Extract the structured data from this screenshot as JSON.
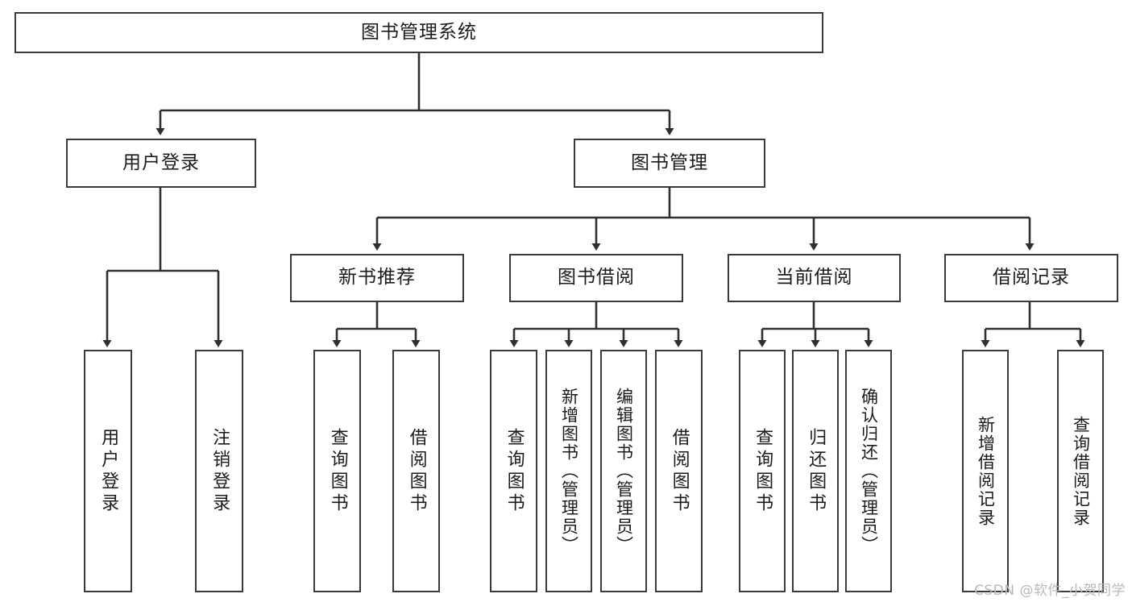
{
  "diagram": {
    "type": "tree-hierarchy",
    "title": "图书管理系统",
    "root": {
      "label": "图书管理系统"
    },
    "level2": [
      {
        "label": "用户登录"
      },
      {
        "label": "图书管理"
      }
    ],
    "level3": [
      {
        "label": "新书推荐"
      },
      {
        "label": "图书借阅"
      },
      {
        "label": "当前借阅"
      },
      {
        "label": "借阅记录"
      }
    ],
    "leaves": {
      "user_login": [
        {
          "label": "用户登录"
        },
        {
          "label": "注销登录"
        }
      ],
      "new_book_recommend": [
        {
          "label": "查询图书"
        },
        {
          "label": "借阅图书"
        }
      ],
      "book_borrow": [
        {
          "label": "查询图书"
        },
        {
          "label": "新增图书（管理员）"
        },
        {
          "label": "编辑图书（管理员）"
        },
        {
          "label": "借阅图书"
        }
      ],
      "current_borrow": [
        {
          "label": "查询图书"
        },
        {
          "label": "归还图书"
        },
        {
          "label": "确认归还（管理员）"
        }
      ],
      "borrow_record": [
        {
          "label": "新增借阅记录"
        },
        {
          "label": "查询借阅记录"
        }
      ]
    }
  },
  "watermark": {
    "text": "CSDN @软件_小贺同学"
  },
  "colors": {
    "background": "#ffffff",
    "border": "#3a3a3a",
    "text": "#1b1b1b",
    "watermark": "#b9b9b9"
  }
}
